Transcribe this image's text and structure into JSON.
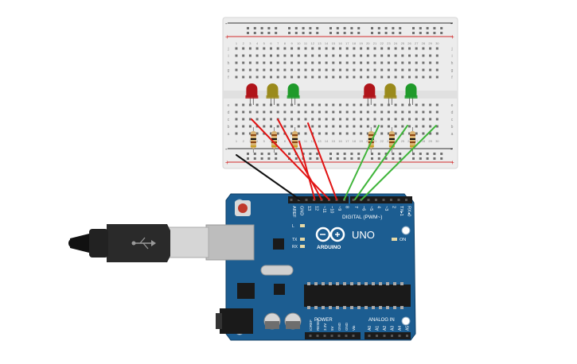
{
  "colors": {
    "background": "#ffffff",
    "breadboard": "#ececec",
    "breadboard_hole": "#6f6f6f",
    "rail_red": "#d22b2b",
    "rail_dark": "#333333",
    "board_blue": "#1c5d91",
    "board_edge": "#0f3f66",
    "header_black": "#1b1b1b",
    "wire_red": "#e11414",
    "wire_green": "#3fb53a",
    "wire_black": "#111111",
    "led_red": "#b0141a",
    "led_yellow": "#9a8a1b",
    "led_green": "#1f9a2a",
    "resistor_body": "#d9b373",
    "usb_plug": "#2a2a2a",
    "usb_metal": "#bdbdbd",
    "chip": "#1a1a1a",
    "reset_button": "#c0392b"
  },
  "breadboard": {
    "row_letters_top": [
      "j",
      "i",
      "h",
      "g",
      "f"
    ],
    "row_letters_bottom": [
      "e",
      "d",
      "c",
      "b",
      "a"
    ],
    "rail_plus": "+",
    "rail_minus": "-",
    "column_count": 30
  },
  "leds": [
    {
      "color": "red",
      "column": 3
    },
    {
      "color": "yellow",
      "column": 6
    },
    {
      "color": "green",
      "column": 9
    },
    {
      "color": "red",
      "column": 20
    },
    {
      "color": "yellow",
      "column": 23
    },
    {
      "color": "green",
      "column": 26
    }
  ],
  "arduino": {
    "brand": "ARDUINO",
    "model": "UNO",
    "digital_label": "DIGITAL (PWM~)",
    "power_label": "POWER",
    "analog_label": "ANALOG IN",
    "on_label": "ON",
    "led_labels": [
      "L",
      "TX",
      "RX"
    ],
    "digital_pins": [
      "AREF",
      "GND",
      "13",
      "12",
      "~11",
      "~10",
      "~9",
      "8",
      "7",
      "~6",
      "~5",
      "4",
      "~3",
      "2",
      "TX▸1",
      "RX◂0"
    ],
    "power_pins": [
      "IOREF",
      "RESET",
      "3.3V",
      "5V",
      "GND",
      "GND",
      "Vin"
    ],
    "analog_pins": [
      "A0",
      "A1",
      "A2",
      "A3",
      "A4",
      "A5"
    ]
  }
}
